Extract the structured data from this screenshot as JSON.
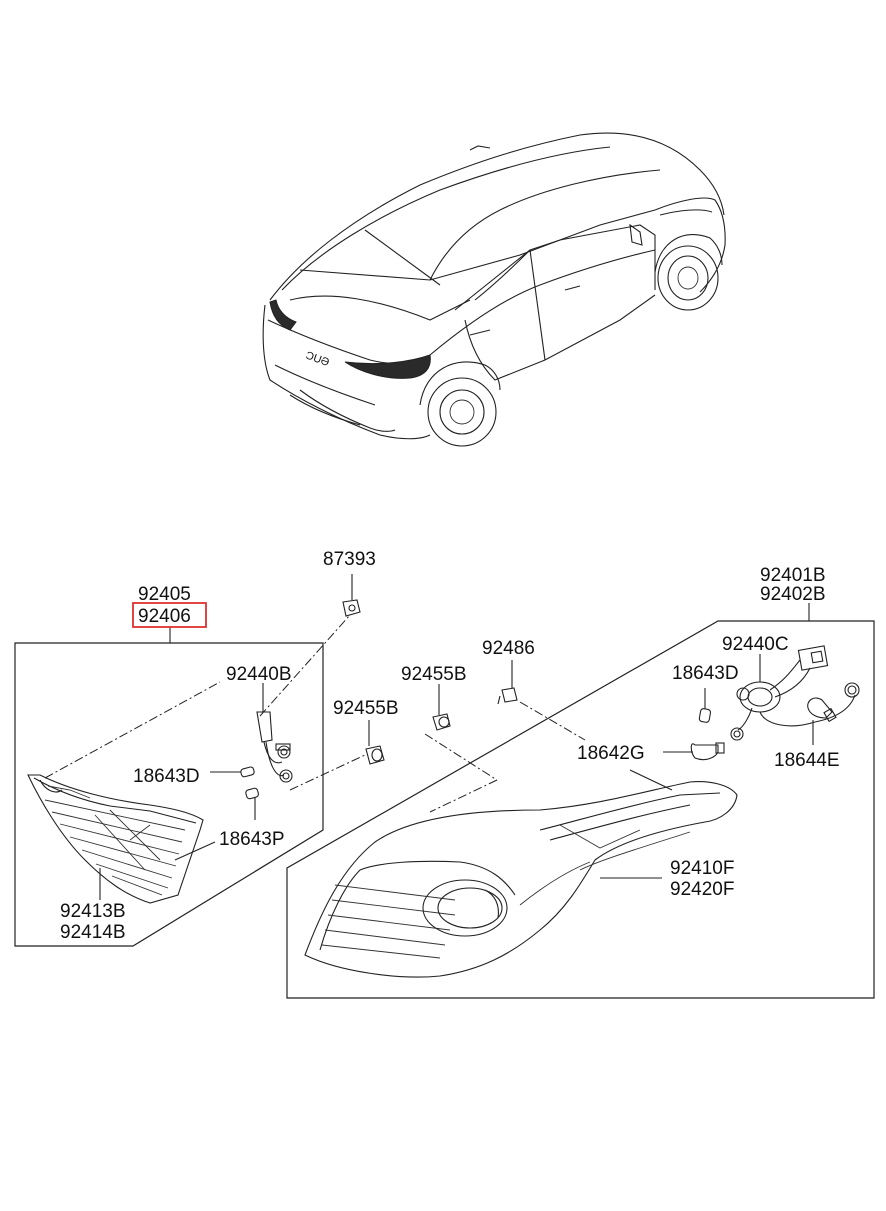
{
  "labels": {
    "p87393": "87393",
    "p92405": "92405",
    "p92406": "92406",
    "p92401B": "92401B",
    "p92402B": "92402B",
    "p92486": "92486",
    "p92440C": "92440C",
    "p92440B": "92440B",
    "p92455B_a": "92455B",
    "p92455B_b": "92455B",
    "p18643D_a": "18643D",
    "p18643D_b": "18643D",
    "p18642G": "18642G",
    "p18644E": "18644E",
    "p18643P": "18643P",
    "p92410F": "92410F",
    "p92420F": "92420F",
    "p92413B": "92413B",
    "p92414B": "92414B"
  },
  "highlight": {
    "part": "92406",
    "color": "#e03030"
  }
}
